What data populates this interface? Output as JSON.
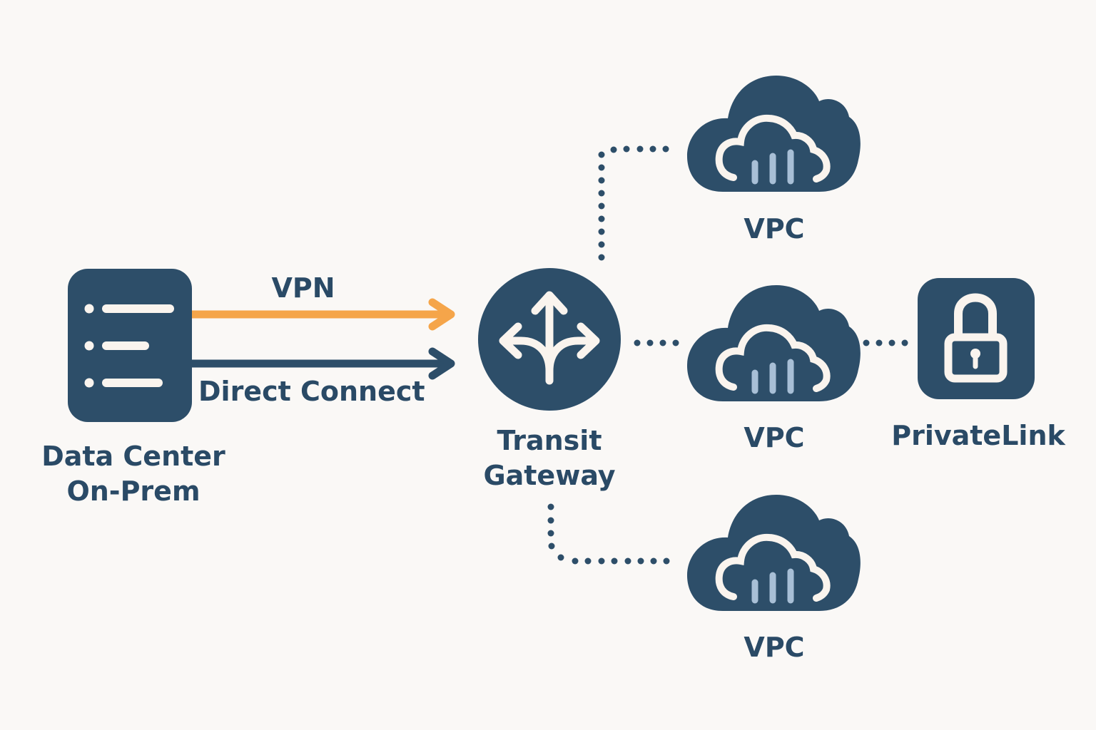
{
  "colors": {
    "primary": "#2d4e69",
    "vpn": "#f5a54a",
    "text": "#2a4a66",
    "icon_fg": "#faf4ee",
    "bar": "#a8bfd6",
    "background": "#faf8f6"
  },
  "nodes": {
    "datacenter": {
      "icon": "server-icon",
      "label_line1": "Data Center",
      "label_line2": "On-Prem"
    },
    "transit": {
      "icon": "split-arrows-icon",
      "label_line1": "Transit",
      "label_line2": "Gateway"
    },
    "vpc_top": {
      "icon": "cloud-icon",
      "label": "VPC"
    },
    "vpc_middle": {
      "icon": "cloud-icon",
      "label": "VPC"
    },
    "vpc_bottom": {
      "icon": "cloud-icon",
      "label": "VPC"
    },
    "privatelink": {
      "icon": "lock-icon",
      "label": "PrivateLink"
    }
  },
  "connections": {
    "vpn": {
      "label": "VPN",
      "style": "solid-arrow"
    },
    "direct_connect": {
      "label": "Direct Connect",
      "style": "solid-arrow"
    },
    "tgw_to_vpc_top": {
      "style": "dotted"
    },
    "tgw_to_vpc_middle": {
      "style": "dotted"
    },
    "tgw_to_vpc_bottom": {
      "style": "dotted"
    },
    "vpc_middle_to_privatelink": {
      "style": "dotted"
    }
  }
}
